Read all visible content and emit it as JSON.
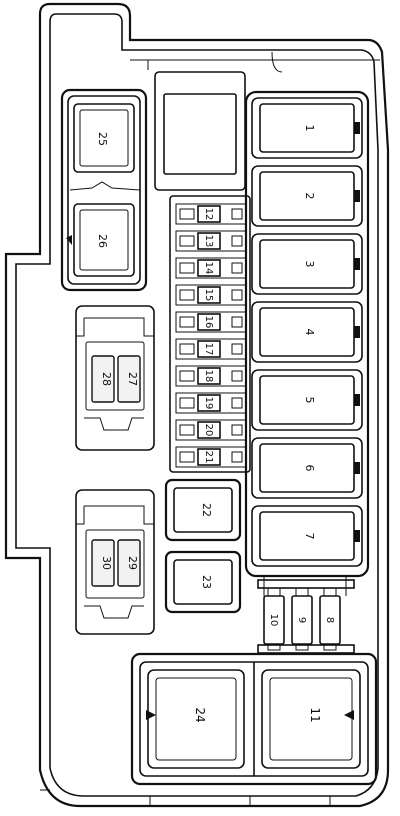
{
  "relays": [
    {
      "id": "r1",
      "label": "1"
    },
    {
      "id": "r2",
      "label": "2"
    },
    {
      "id": "r3",
      "label": "3"
    },
    {
      "id": "r4",
      "label": "4"
    },
    {
      "id": "r5",
      "label": "5"
    },
    {
      "id": "r6",
      "label": "6"
    },
    {
      "id": "r7",
      "label": "7"
    }
  ],
  "mini_fuses": [
    "12",
    "13",
    "14",
    "15",
    "16",
    "17",
    "18",
    "19",
    "20",
    "21"
  ],
  "bottom_fuses": [
    "10",
    "9",
    "8"
  ],
  "small_relays": [
    "22",
    "23"
  ],
  "large_relays": [
    "24",
    "11"
  ],
  "left_relays": [
    "25",
    "26"
  ],
  "cartridge_pairs": [
    {
      "left": "28",
      "right": "27"
    },
    {
      "left": "30",
      "right": "29"
    }
  ]
}
